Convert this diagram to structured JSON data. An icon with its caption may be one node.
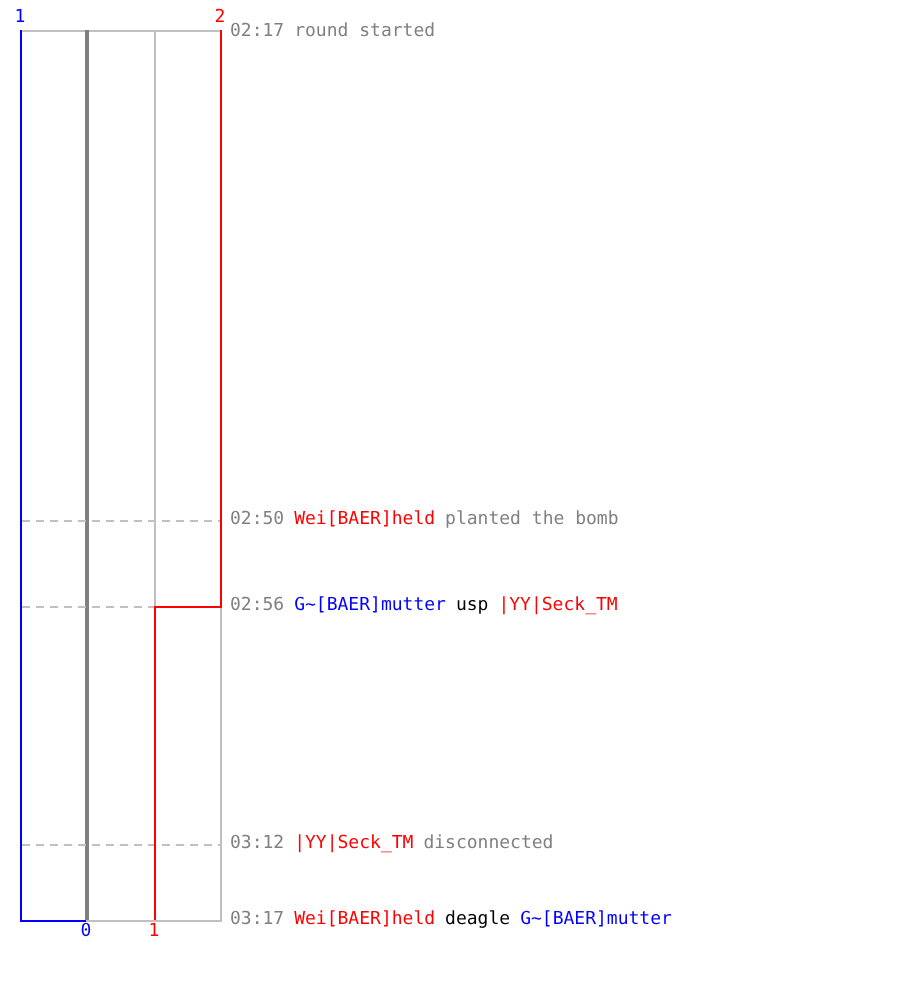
{
  "diagram": {
    "labels": [
      "1",
      "2",
      "02:17",
      "round started",
      "02:50",
      "Wei[BAER]held",
      "planted the bomb",
      "02:56",
      "G~[BAER]mutter",
      "usp",
      "|YY|Seck_TM",
      "03:12",
      "|YY|Seck_TM",
      "disconnected",
      "03:17",
      "Wei[BAER]held",
      "deagle",
      "G~[BAER]mutter",
      "0",
      "1"
    ]
  }
}
